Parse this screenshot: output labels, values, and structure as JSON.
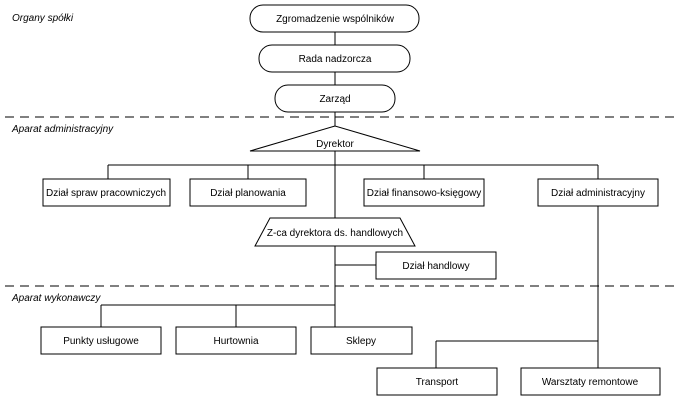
{
  "sections": {
    "organy": "Organy spółki",
    "aparat_administracyjny": "Aparat administracyjny",
    "aparat_wykonawczy": "Aparat wykonawczy"
  },
  "nodes": {
    "zgromadzenie": "Zgromadzenie wspólników",
    "rada": "Rada nadzorcza",
    "zarzad": "Zarząd",
    "dyrektor": "Dyrektor",
    "dzial_spraw": "Dział spraw pracowniczych",
    "dzial_planowania": "Dział planowania",
    "dzial_finansowo": "Dział finansowo-księgowy",
    "dzial_administracyjny": "Dział administracyjny",
    "zca_dyrektora": "Z-ca dyrektora ds. handlowych",
    "dzial_handlowy": "Dział handlowy",
    "punkty_uslugowe": "Punkty usługowe",
    "hurtownia": "Hurtownia",
    "sklepy": "Sklepy",
    "transport": "Transport",
    "warsztaty": "Warsztaty remontowe"
  },
  "colors": {
    "line": "#000000",
    "fill": "#ffffff"
  }
}
